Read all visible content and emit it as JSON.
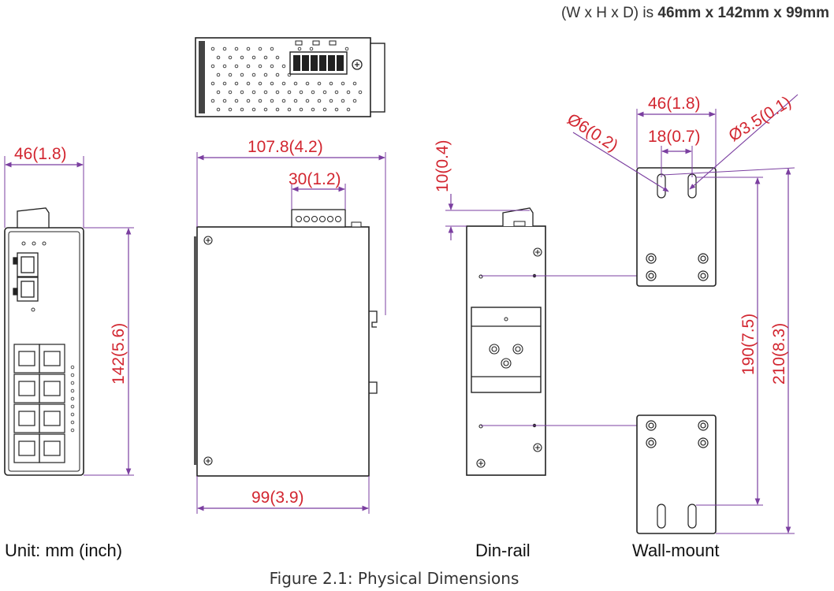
{
  "header": {
    "prefix": "(W x H x D) is ",
    "dimensions": "46mm x 142mm x 99mm"
  },
  "dimension_labels": {
    "front_width": "46(1.8)",
    "front_height": "142(5.6)",
    "side_length": "107.8(4.2)",
    "terminal_width": "30(1.2)",
    "side_depth": "99(3.9)",
    "rail_offset": "10(0.4)",
    "wall_width": "46(1.8)",
    "slot_spacing": "18(0.7)",
    "large_hole": "Ø6(0.2)",
    "small_hole": "Ø3.5(0.1)",
    "hole_spacing": "190(7.5)",
    "total_height": "210(8.3)"
  },
  "labels": {
    "unit": "Unit: mm (inch)",
    "din_rail": "Din-rail",
    "wall_mount": "Wall-mount"
  },
  "caption": "Figure 2.1: Physical Dimensions",
  "colors": {
    "dimension_text": "#d22630",
    "dimension_line": "#7b3fa0",
    "outline": "#222222"
  }
}
